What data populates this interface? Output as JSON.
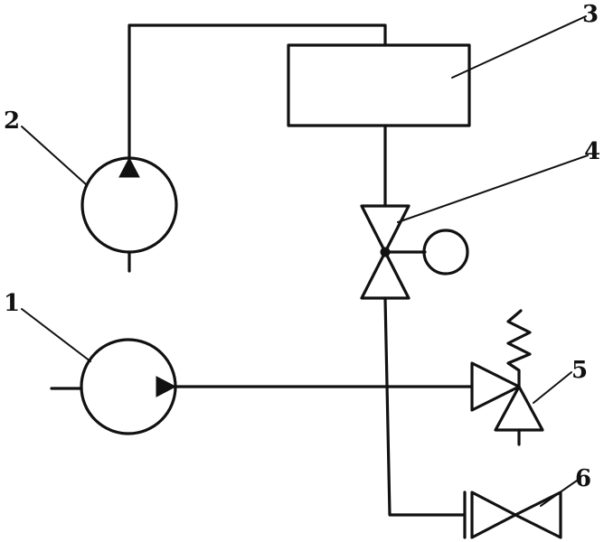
{
  "diagram": {
    "labels": {
      "pump_2": "2",
      "tank_3": "3",
      "valve_4": "4",
      "pump_1": "1",
      "relief_valve_5": "5",
      "valve_6": "6"
    }
  }
}
